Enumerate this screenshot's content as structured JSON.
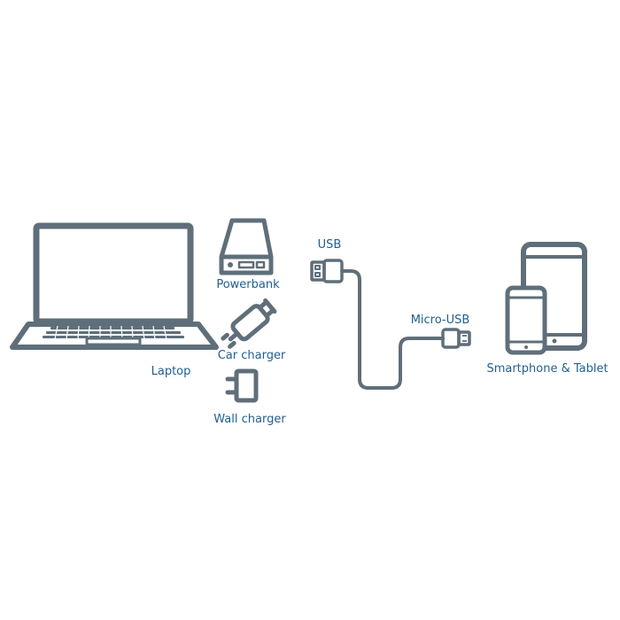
{
  "colors": {
    "stroke": "#5f6f7a",
    "text": "#1f5f8f",
    "background": "#ffffff"
  },
  "labels": {
    "laptop": "Laptop",
    "powerbank": "Powerbank",
    "car_charger": "Car charger",
    "wall_charger": "Wall charger",
    "usb": "USB",
    "micro_usb": "Micro-USB",
    "smartphone_tablet": "Smartphone & Tablet"
  },
  "icons": [
    "laptop-icon",
    "powerbank-icon",
    "car-charger-icon",
    "wall-charger-icon",
    "usb-plug-icon",
    "micro-usb-plug-icon",
    "cable-icon",
    "tablet-icon",
    "smartphone-icon"
  ]
}
